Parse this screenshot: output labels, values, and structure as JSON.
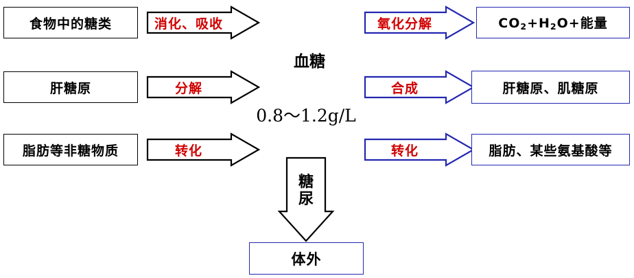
{
  "diagram": {
    "title": "Blood glucose metabolism flow chart",
    "colors": {
      "box_black_border": "#000000",
      "box_blue_border": "#2327b0",
      "arrow_black_border": "#000000",
      "arrow_blue_border": "#2327b0",
      "arrow_label_red": "#d00000",
      "text_black": "#000000",
      "background": "#ffffff"
    },
    "center": {
      "label": "血糖",
      "range": "0.8～1.2g/L"
    },
    "left_sources": [
      {
        "label": "食物中的糖类"
      },
      {
        "label": "肝糖原"
      },
      {
        "label": "脂肪等非糖物质"
      }
    ],
    "left_arrows": [
      {
        "label": "消化、吸收",
        "style": "black"
      },
      {
        "label": "分解",
        "style": "black"
      },
      {
        "label": "转化",
        "style": "black"
      }
    ],
    "right_arrows": [
      {
        "label": "氧化分解",
        "style": "blue"
      },
      {
        "label": "合成",
        "style": "blue"
      },
      {
        "label": "转化",
        "style": "blue"
      }
    ],
    "right_products": [
      {
        "label_html": "CO<sub>2</sub>+H<sub>2</sub>O+能量",
        "label": "CO2+H2O+能量"
      },
      {
        "label": "肝糖原、肌糖原"
      },
      {
        "label": "脂肪、某些氨基酸等"
      }
    ],
    "down_arrow": {
      "label_line1": "糖",
      "label_line2": "尿",
      "style": "black"
    },
    "bottom_box": {
      "label": "体外",
      "style": "blue"
    }
  }
}
